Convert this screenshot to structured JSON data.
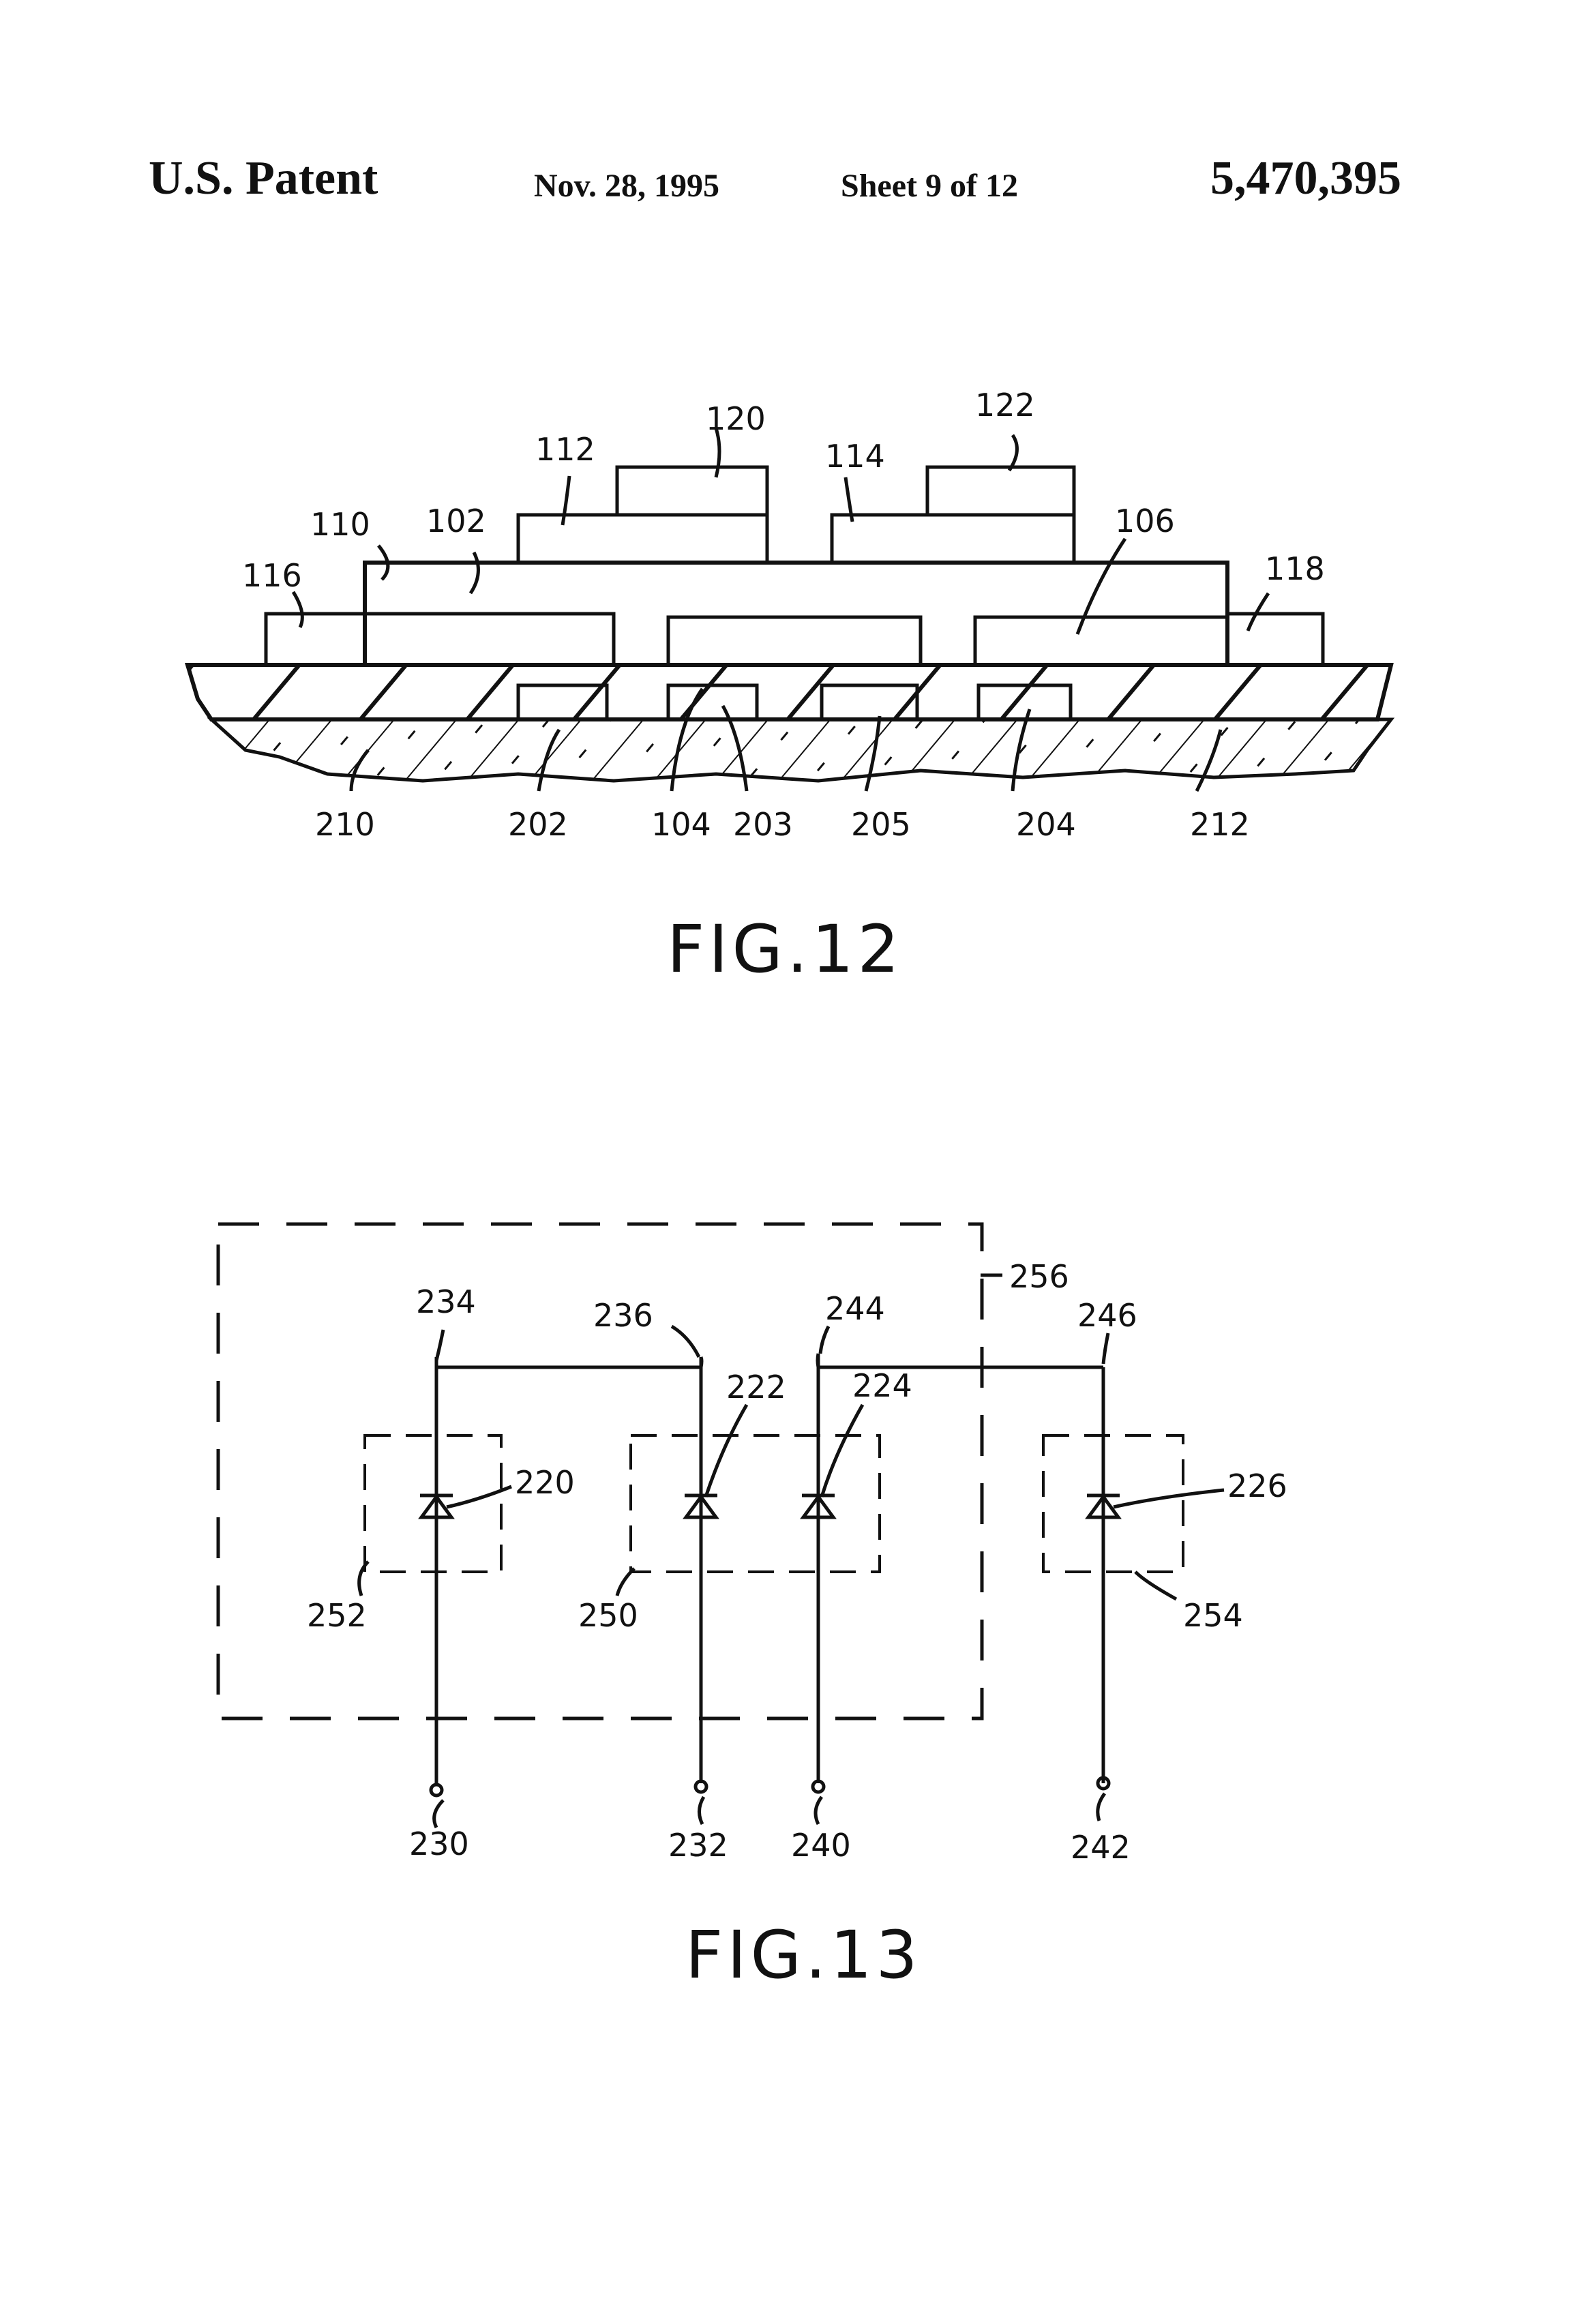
{
  "header": {
    "patent": "U.S. Patent",
    "date": "Nov. 28, 1995",
    "sheet": "Sheet 9 of 12",
    "number": "5,470,395"
  },
  "fig12": {
    "caption": "FIG.12",
    "refs": {
      "r120": "120",
      "r122": "122",
      "r112": "112",
      "r114": "114",
      "r110": "110",
      "r102": "102",
      "r106": "106",
      "r116": "116",
      "r118": "118",
      "r210": "210",
      "r202": "202",
      "r104": "104",
      "r203": "203",
      "r205": "205",
      "r204": "204",
      "r212": "212"
    }
  },
  "fig13": {
    "caption": "FIG.13",
    "refs": {
      "r256": "256",
      "r234": "234",
      "r236": "236",
      "r244": "244",
      "r246": "246",
      "r222": "222",
      "r224": "224",
      "r220": "220",
      "r226": "226",
      "r252": "252",
      "r250": "250",
      "r254": "254",
      "r230": "230",
      "r232": "232",
      "r240": "240",
      "r242": "242"
    }
  },
  "colors": {
    "ink": "#111111",
    "paper": "#ffffff"
  }
}
